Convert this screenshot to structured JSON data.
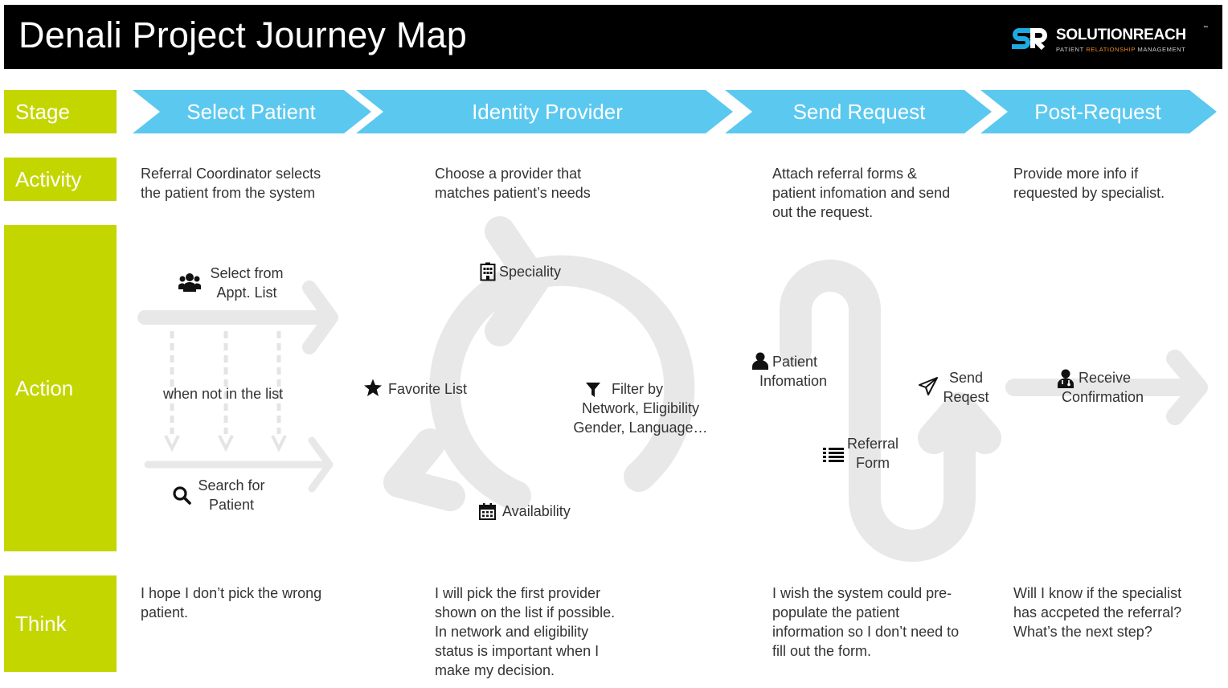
{
  "header": {
    "title": "Denali Project Journey Map",
    "logo": {
      "name": "SOLUTIONREACH",
      "tagline_part1": "PATIENT",
      "tagline_part2": "RELATIONSHIP",
      "tagline_part3": "MANAGEMENT",
      "trademark": "™"
    }
  },
  "rows": {
    "stage": "Stage",
    "activity": "Activity",
    "action": "Action",
    "think": "Think"
  },
  "stages": [
    "Select Patient",
    "Identity Provider",
    "Send Request",
    "Post-Request"
  ],
  "activities": [
    [
      "Referral Coordinator selects",
      "the patient from the system"
    ],
    [
      "Choose a provider that",
      "matches patient’s needs"
    ],
    [
      "Attach referral forms &",
      "patient infomation and send",
      "out the request."
    ],
    [
      "Provide more info if",
      "requested by specialist."
    ]
  ],
  "actions": {
    "select_from_list": [
      "Select from",
      "Appt. List"
    ],
    "when_not_in_list": "when not in the list",
    "search_patient": [
      "Search for",
      "Patient"
    ],
    "speciality": "Speciality",
    "favorite_list": "Favorite List",
    "filter_by": [
      "Filter by",
      "Network, Eligibility",
      "Gender, Language…"
    ],
    "availability": "Availability",
    "patient_info": [
      "Patient",
      "Infomation"
    ],
    "referral_form": [
      "Referral",
      "Form"
    ],
    "send_request": [
      "Send",
      "Reqest"
    ],
    "receive_confirmation": [
      "Receive",
      "Confirmation"
    ]
  },
  "thinks": [
    [
      "I hope I don’t pick the wrong",
      "patient."
    ],
    [
      "I will pick the first provider",
      "shown on the list if possible.",
      "In network and eligibility",
      "status is important when I",
      "make my decision."
    ],
    [
      "I wish the system could pre-",
      "populate the patient",
      "information so I don’t need to",
      "fill out the form."
    ],
    [
      "Will I know if the specialist",
      "has accpeted the referral?",
      "What’s the next step?"
    ]
  ],
  "icons": [
    "group-icon",
    "search-icon",
    "building-icon",
    "star-icon",
    "filter-icon",
    "calendar-icon",
    "person-icon",
    "list-icon",
    "paper-plane-icon",
    "doctor-icon"
  ],
  "colors": {
    "accent_green": "#c4d600",
    "stage_blue": "#5bc8f0",
    "header_black": "#000000",
    "flow_gray": "#e8e8e8",
    "logo_blue": "#1fa9e1",
    "logo_orange": "#f08a24"
  }
}
